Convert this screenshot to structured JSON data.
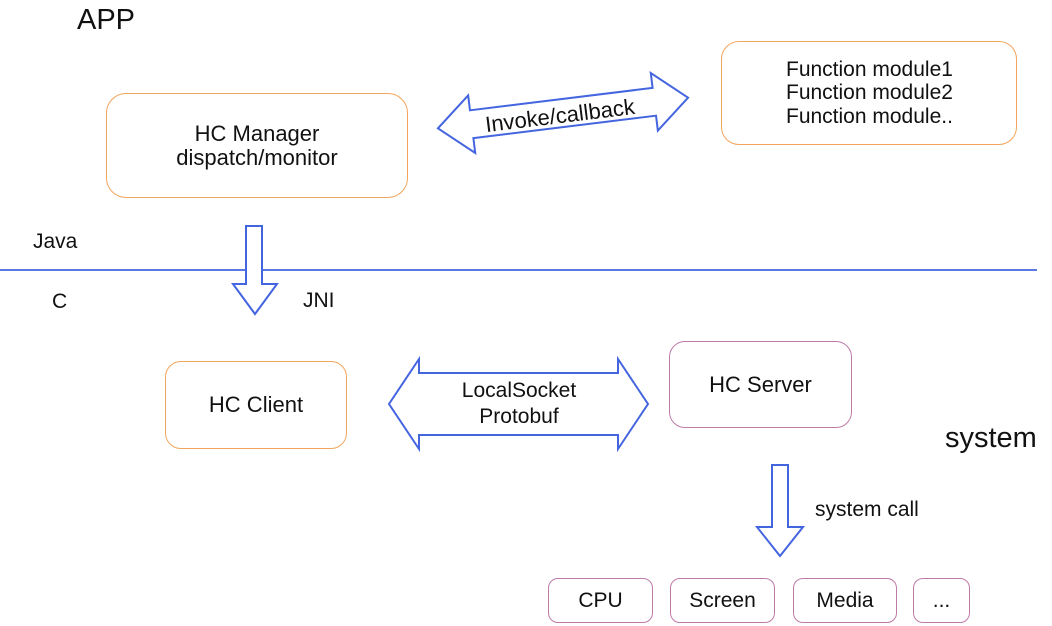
{
  "title": "HC architecture diagram",
  "colors": {
    "box_orange": "#F2A55C",
    "box_plum": "#BF7BA8",
    "arrow_blue": "#4465E0",
    "text": "#111111"
  },
  "layers": {
    "top_left_label": "APP",
    "above_divider_label": "Java",
    "below_divider_label": "C",
    "jni_label": "JNI",
    "right_label": "system"
  },
  "boxes": {
    "hc_manager": {
      "lines": [
        "HC Manager",
        "dispatch/monitor"
      ]
    },
    "function_modules": {
      "lines": [
        "Function module1",
        "Function module2",
        "Function module.."
      ]
    },
    "hc_client": {
      "label": "HC Client"
    },
    "hc_server": {
      "label": "HC Server"
    },
    "system_modules": [
      {
        "label": "CPU"
      },
      {
        "label": "Screen"
      },
      {
        "label": "Media"
      },
      {
        "label": "..."
      }
    ]
  },
  "arrows": {
    "invoke_callback": {
      "label": "Invoke/callback",
      "type": "double-headed",
      "direction": "diagonal"
    },
    "jni": {
      "label": "JNI",
      "type": "single-down"
    },
    "local_socket": {
      "lines": [
        "LocalSocket",
        "Protobuf"
      ],
      "type": "double-headed",
      "direction": "horizontal"
    },
    "system_call": {
      "label": "system call",
      "type": "single-down"
    }
  }
}
